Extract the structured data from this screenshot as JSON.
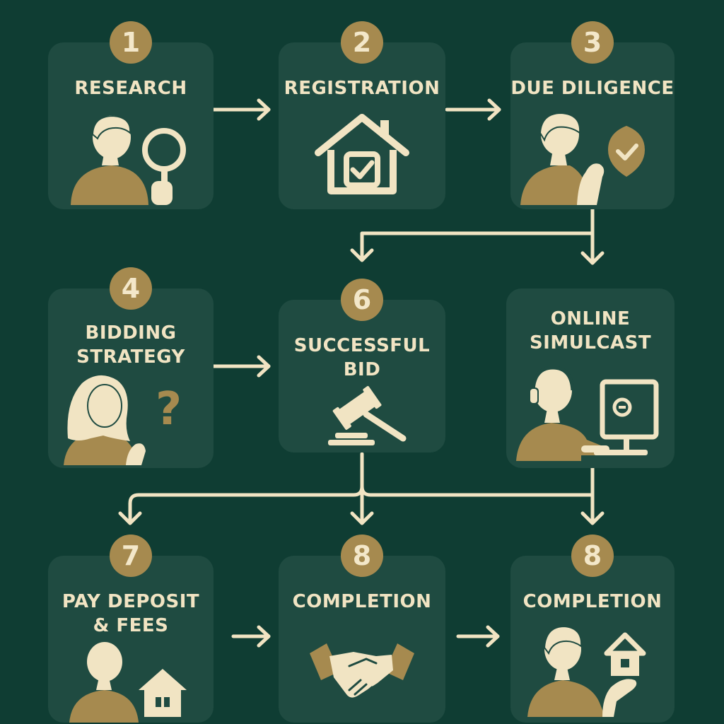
{
  "colors": {
    "background": "#0f3d33",
    "card": "#1f4b41",
    "badge": "#a68a4f",
    "cream": "#f1e4c3",
    "gold": "#a68a4f"
  },
  "steps": [
    {
      "number": "1",
      "title": "RESEARCH",
      "icon": "person-magnifier-icon"
    },
    {
      "number": "2",
      "title": "REGISTRATION",
      "icon": "house-check-icon"
    },
    {
      "number": "3",
      "title": "DUE DILIGENCE",
      "icon": "person-thinking-check-icon"
    },
    {
      "number": "4",
      "title": "BIDDING",
      "title2": "STRATEGY",
      "icon": "person-question-icon"
    },
    {
      "number": "6",
      "title": "SUCCESSFUL",
      "title2": "BID",
      "icon": "gavel-icon"
    },
    {
      "title": "ONLINE",
      "title2": "SIMULCAST",
      "icon": "person-computer-headset-icon"
    },
    {
      "number": "7",
      "title": "PAY DEPOSIT",
      "title2": "& FEES",
      "icon": "person-house-icon"
    },
    {
      "number": "8",
      "title": "COMPLETION",
      "icon": "handshake-icon"
    },
    {
      "number": "8",
      "title": "COMPLETION",
      "icon": "person-holding-house-icon"
    }
  ]
}
